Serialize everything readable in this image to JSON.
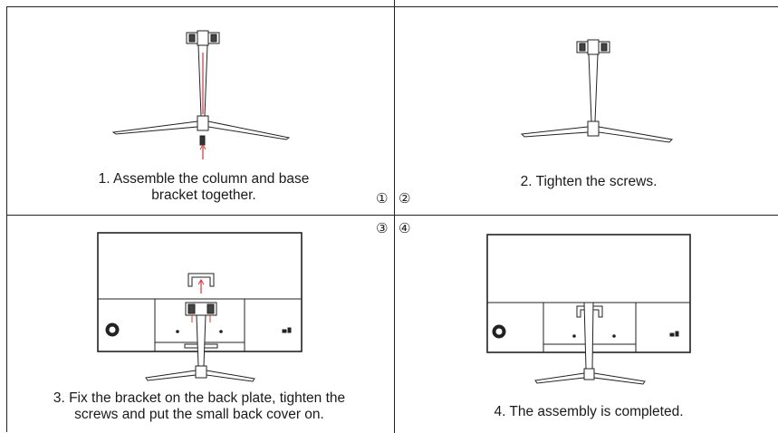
{
  "steps": [
    {
      "number": "①",
      "caption_line1": "1. Assemble the column and base",
      "caption_line2": "bracket together."
    },
    {
      "number": "②",
      "caption_line1": "2. Tighten the screws.",
      "caption_line2": ""
    },
    {
      "number": "③",
      "caption_line1": "3. Fix the bracket on the back plate, tighten the",
      "caption_line2": "screws and put the small back cover on."
    },
    {
      "number": "④",
      "caption_line1": "4. The assembly is completed.",
      "caption_line2": ""
    }
  ],
  "colors": {
    "line": "#222222",
    "accent": "#e0303a"
  }
}
